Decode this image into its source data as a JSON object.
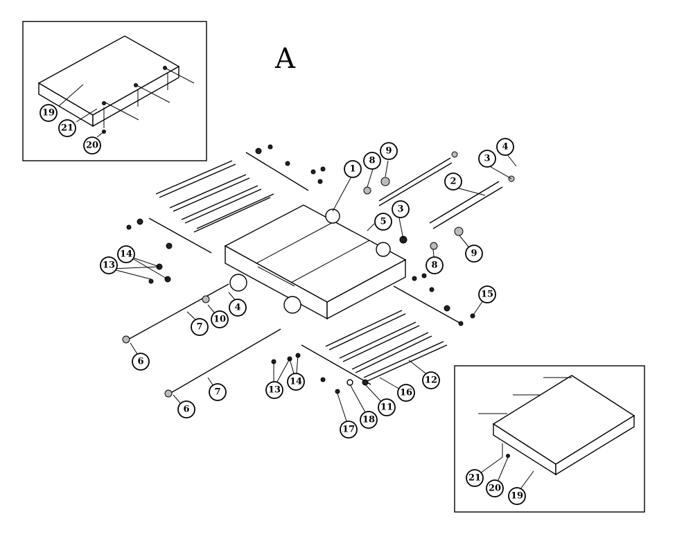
{
  "view_label": "A",
  "top_inset": {
    "callouts": [
      "19",
      "21",
      "20"
    ]
  },
  "bottom_inset": {
    "callouts": [
      "21",
      "20",
      "19"
    ]
  },
  "main_callouts": [
    "1",
    "2",
    "3",
    "3",
    "4",
    "4",
    "5",
    "6",
    "6",
    "7",
    "7",
    "8",
    "8",
    "9",
    "9",
    "10",
    "11",
    "12",
    "13",
    "13",
    "14",
    "14",
    "15",
    "16",
    "17",
    "18"
  ]
}
